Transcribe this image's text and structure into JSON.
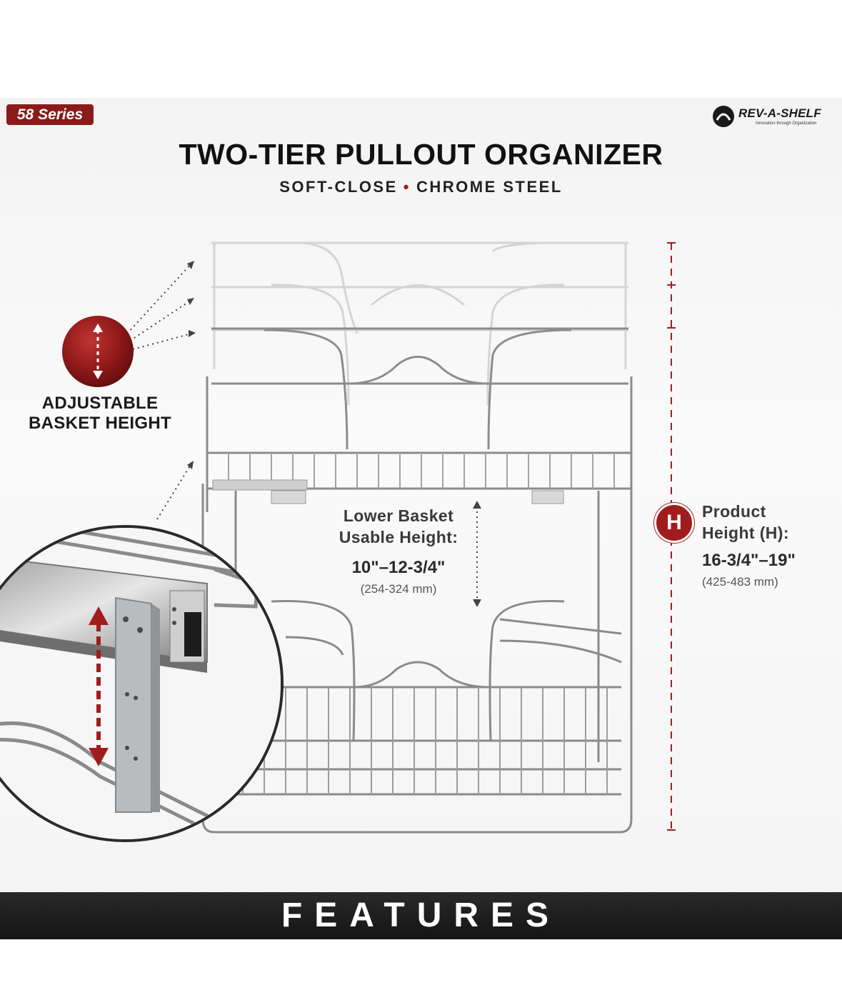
{
  "badge": {
    "series": "58 Series"
  },
  "brand": {
    "name": "REV-A-SHELF",
    "tagline": "Innovation through Organization"
  },
  "header": {
    "title": "TWO-TIER PULLOUT ORGANIZER",
    "subtitle_left": "SOFT-CLOSE",
    "subtitle_separator": "•",
    "subtitle_right": "CHROME STEEL"
  },
  "adjustable": {
    "line1": "ADJUSTABLE",
    "line2": "BASKET HEIGHT"
  },
  "lower_basket": {
    "line1": "Lower Basket",
    "line2": "Usable Height:",
    "value": "10\"–12-3/4\"",
    "metric": "(254-324 mm)"
  },
  "product_height": {
    "badge": "H",
    "line1": "Product",
    "line2": "Height (H):",
    "value": "16-3/4\"–19\"",
    "metric": "(425-483 mm)"
  },
  "footer": {
    "label": "FEATURES"
  },
  "colors": {
    "accent": "#a11d1d",
    "badge_bg": "#8b1a1a",
    "footer_bg": "#1a1a1a"
  }
}
